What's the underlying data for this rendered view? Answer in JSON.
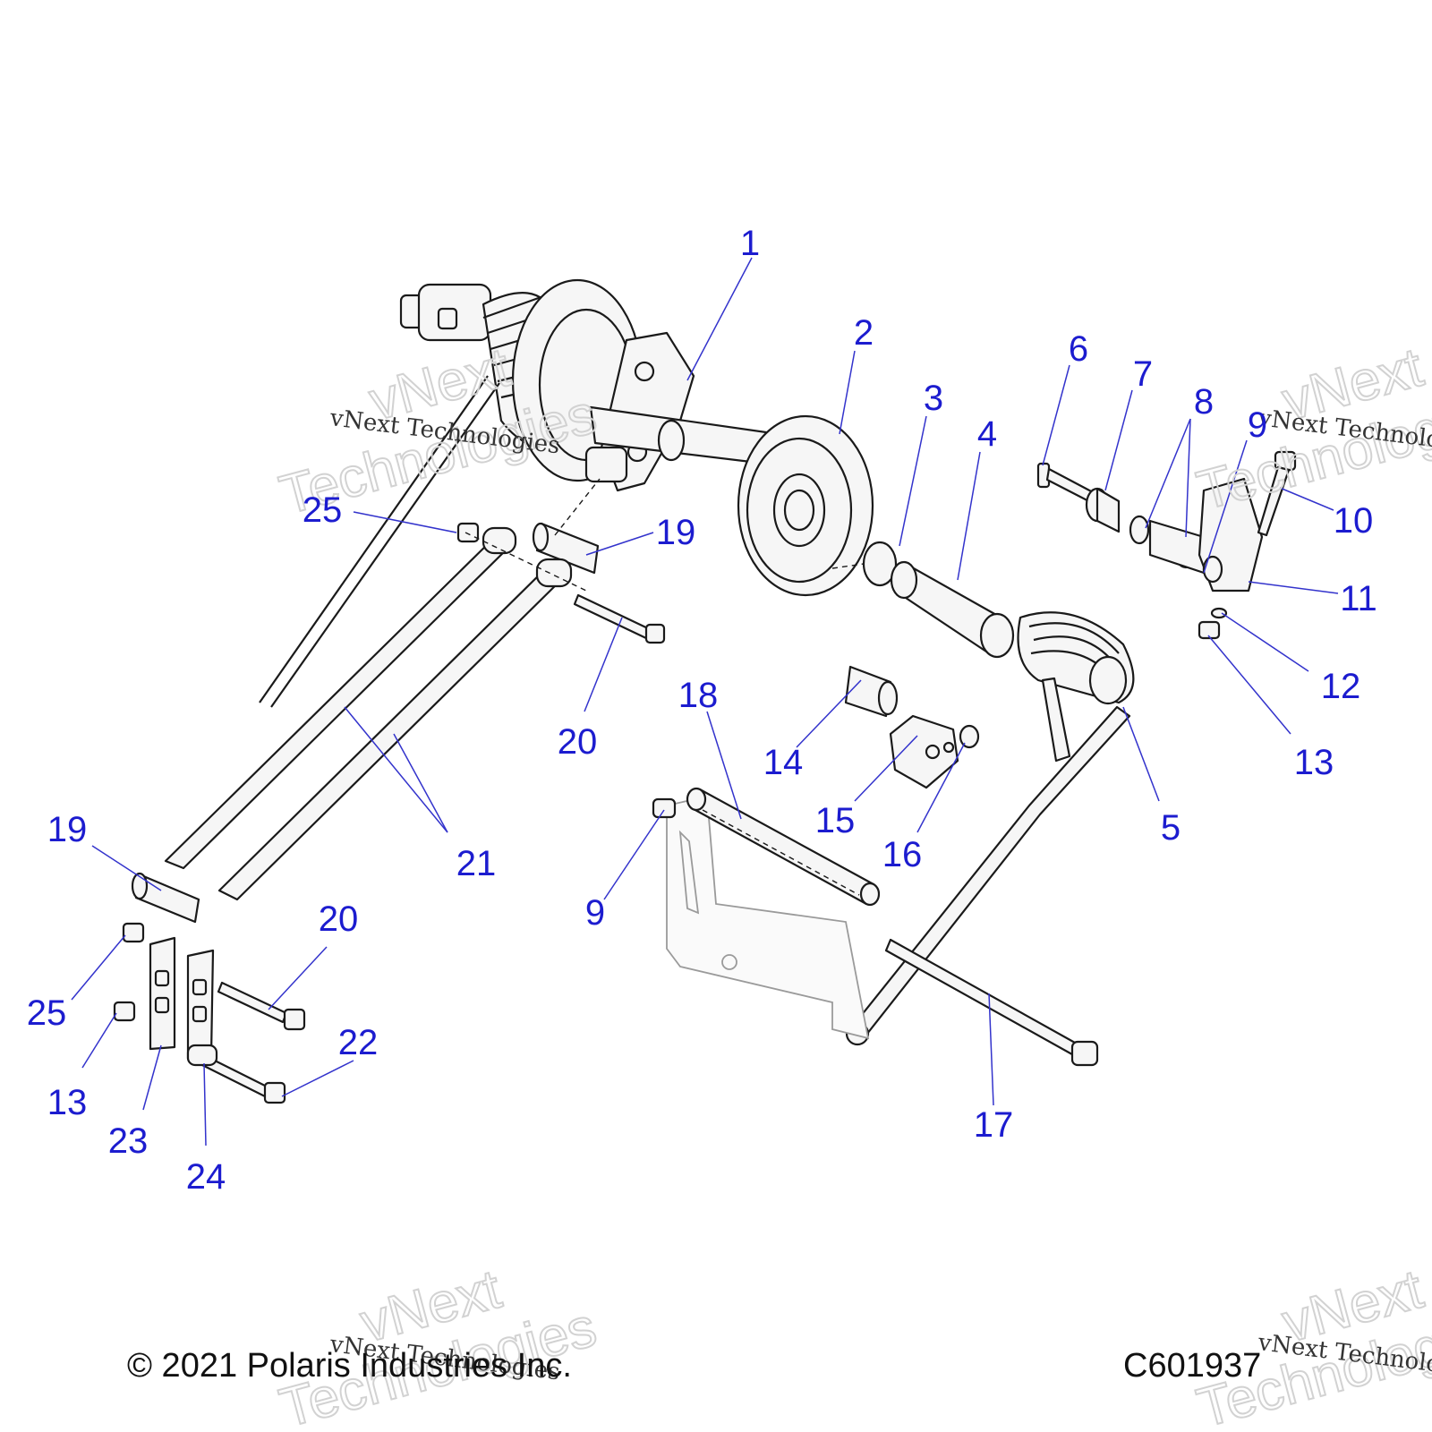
{
  "callouts": [
    "1",
    "2",
    "3",
    "4",
    "5",
    "6",
    "7",
    "8",
    "9",
    "10",
    "11",
    "12",
    "13",
    "14",
    "15",
    "16",
    "17",
    "18",
    "19",
    "20",
    "21",
    "22",
    "23",
    "24",
    "25"
  ],
  "footer": {
    "copyright": "© 2021 Polaris Industries Inc.",
    "diagram_code": "C601937"
  },
  "watermark": {
    "line": "vNext Technologies",
    "word_a": "vNext",
    "word_b": "Technologies"
  },
  "colors": {
    "callout": "#1c1ccf",
    "leader": "#3333cc",
    "line_art": "#1a1a1a"
  }
}
